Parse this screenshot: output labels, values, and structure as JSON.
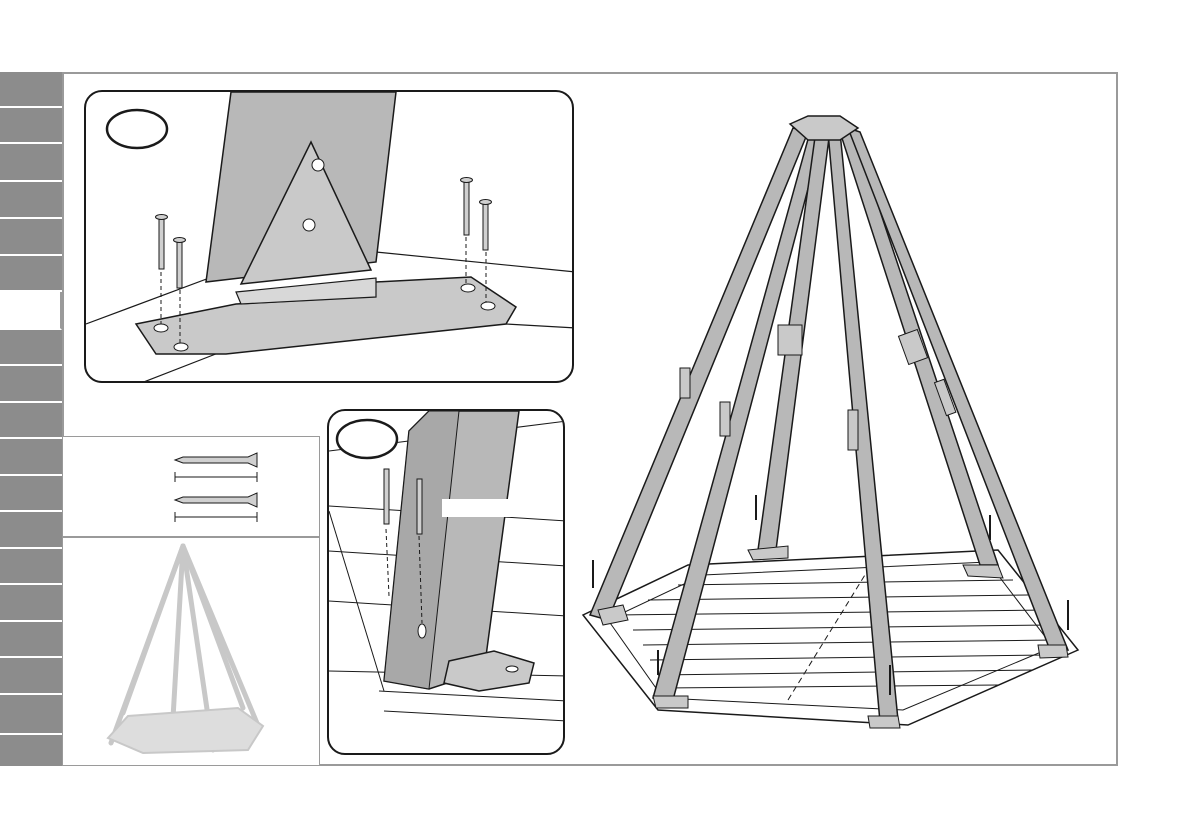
{
  "colors": {
    "sidebar_tab": "#8c8c8c",
    "sidebar_active": "#ffffff",
    "frame_border": "#9a9a9a",
    "part_fill": "#b8b8b8",
    "line": "#1a1a1a"
  },
  "sidebar": {
    "tab_count": 18,
    "active_index": 6
  },
  "panels": {
    "detail_a": {
      "callout": ""
    },
    "detail_b": {
      "callout": ""
    }
  },
  "parts_box": {
    "screw_count": 2,
    "quantity_label": "",
    "length_label": ""
  },
  "icons": [
    "screw-icon",
    "bracket-icon",
    "teepee-frame-icon",
    "overview-thumbnail-icon"
  ]
}
